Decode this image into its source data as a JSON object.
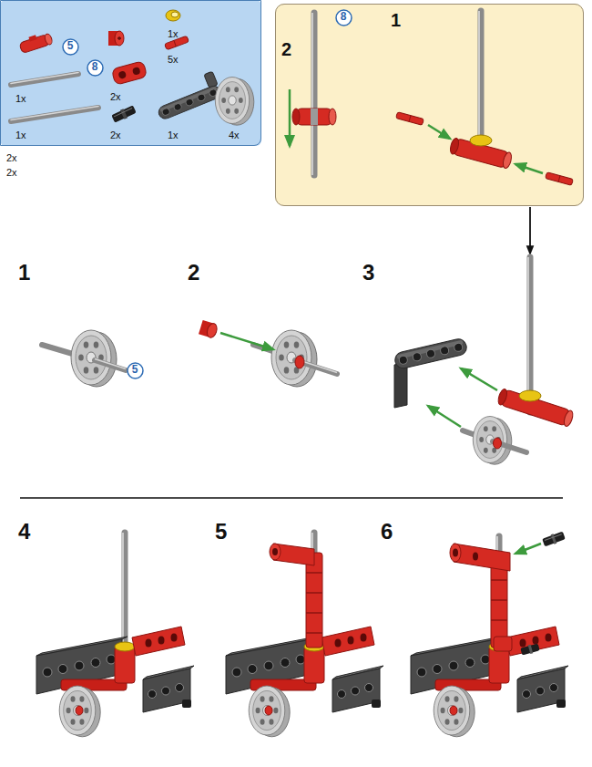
{
  "diagram": {
    "nodes": [
      {
        "text": [
          "1x",
          "5x",
          "1x",
          "2x",
          "1x",
          "2x",
          "1x",
          "4x",
          "2x",
          "2x"
        ]
      },
      {
        "text": [
          "5"
        ],
        "in": 0
      },
      {
        "text": [
          "8"
        ],
        "in": 0
      },
      {
        "text": [
          "1",
          "2"
        ]
      },
      {
        "text": [
          "8"
        ],
        "in": 3
      },
      {
        "text": [
          "5"
        ]
      }
    ],
    "labels": [
      "1",
      "2",
      "3",
      "4",
      "5",
      "6"
    ]
  }
}
